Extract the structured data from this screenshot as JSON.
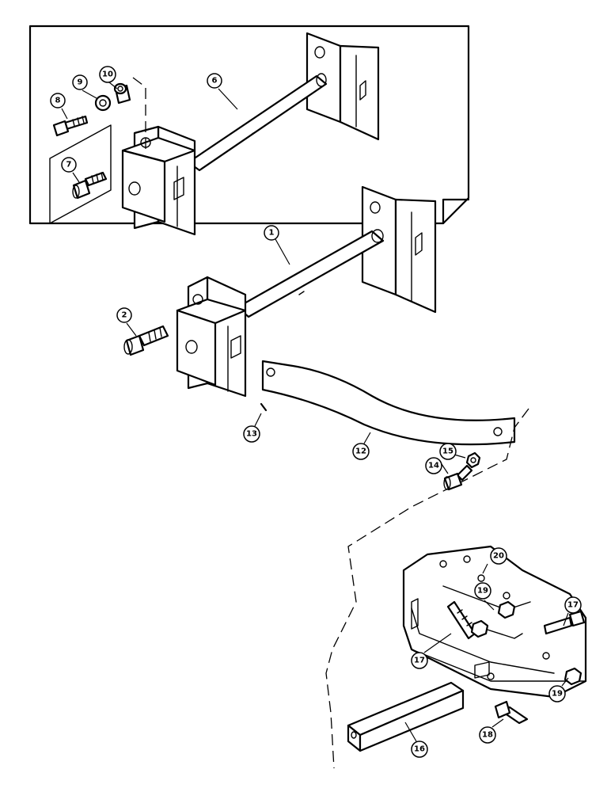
{
  "callouts": [
    {
      "id": "c1",
      "text": "1"
    },
    {
      "id": "c2",
      "text": "2"
    },
    {
      "id": "c6",
      "text": "6"
    },
    {
      "id": "c7",
      "text": "7"
    },
    {
      "id": "c8",
      "text": "8"
    },
    {
      "id": "c9",
      "text": "9"
    },
    {
      "id": "c10",
      "text": "10"
    },
    {
      "id": "c12",
      "text": "12"
    },
    {
      "id": "c13",
      "text": "13"
    },
    {
      "id": "c14",
      "text": "14"
    },
    {
      "id": "c15",
      "text": "15"
    },
    {
      "id": "c16",
      "text": "16"
    },
    {
      "id": "c17a",
      "text": "17"
    },
    {
      "id": "c17b",
      "text": "17"
    },
    {
      "id": "c18",
      "text": "18"
    },
    {
      "id": "c19a",
      "text": "19"
    },
    {
      "id": "c19b",
      "text": "19"
    },
    {
      "id": "c20",
      "text": "20"
    }
  ]
}
